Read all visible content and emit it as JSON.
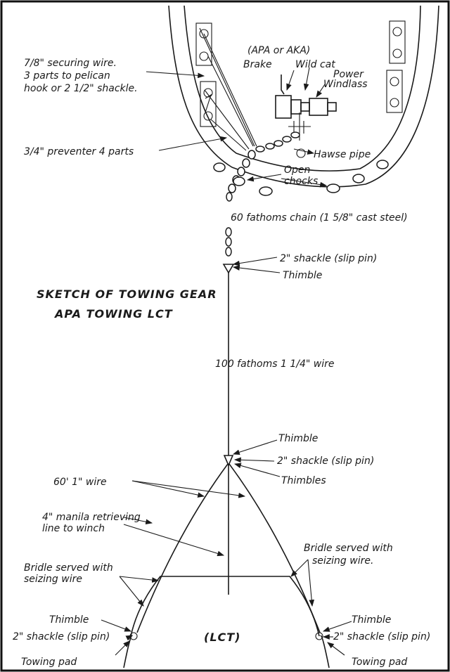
{
  "title_line1": "SKETCH OF TOWING GEAR",
  "title_line2": "APA TOWING LCT",
  "labels": {
    "ship_type": "(APA or AKA)",
    "brake": "Brake",
    "wildcat": "Wild cat",
    "power": "Power",
    "windlass": "Windlass",
    "securing_1": "7/8\" securing wire.",
    "securing_2": "3 parts to pelican",
    "securing_3": "hook or 2 1/2\" shackle.",
    "preventer": "3/4\" preventer 4 parts",
    "hawse": "Hawse pipe",
    "open_chocks_1": "Open",
    "open_chocks_2": "chocks",
    "chain": "60 fathoms chain (1 5/8\" cast steel)",
    "shackle_top": "2\" shackle (slip pin)",
    "thimble_top": "Thimble",
    "wire_100": "100 fathoms 1 1/4\" wire",
    "thimble_mid": "Thimble",
    "shackle_mid": "2\" shackle (slip pin)",
    "thimbles_mid": "Thimbles",
    "wire_60": "60'   1\" wire",
    "manila_1": "4\" manila retrieving",
    "manila_2": "line to winch",
    "bridle_right_1": "Bridle served with",
    "bridle_right_2": "seizing wire.",
    "bridle_left_1": "Bridle served with",
    "bridle_left_2": "seizing wire",
    "thimble_left": "Thimble",
    "shackle_left": "2\" shackle (slip pin)",
    "pad_left": "Towing pad",
    "lct": "(LCT)",
    "thimble_right": "Thimble",
    "shackle_right": "2\" shackle (slip pin)",
    "pad_right": "Towing pad"
  }
}
